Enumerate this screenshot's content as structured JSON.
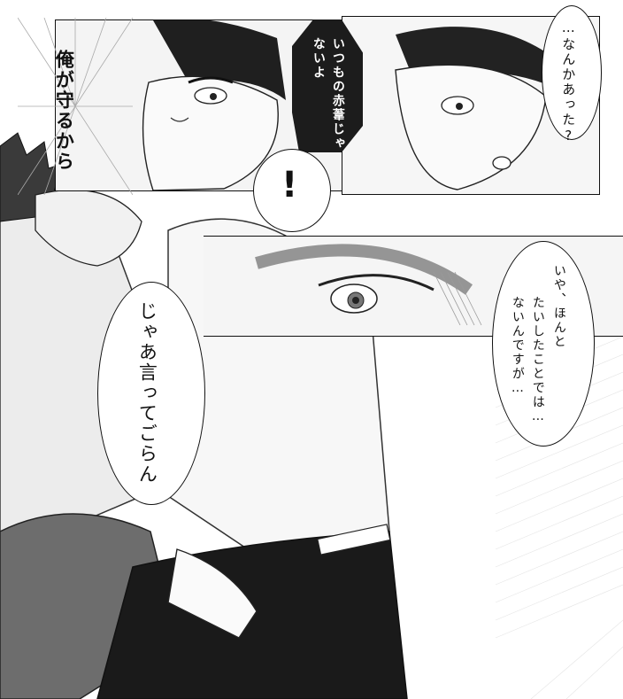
{
  "page": {
    "background": "#ffffff",
    "ink": "#111111",
    "tone": "#e6e6e6"
  },
  "dialogue": {
    "narration_protect": "俺が守るから",
    "bubble_what_happened": "…なんかあった?",
    "bubble_not_usual": [
      "いつもの赤葦じゃ",
      "ないよ"
    ],
    "bubble_exclaim": "!",
    "bubble_say_it": "じゃあ言ってごらん",
    "bubble_no_really": [
      "いや、ほんと",
      "たいしたことでは…",
      "ないんですが…"
    ]
  }
}
